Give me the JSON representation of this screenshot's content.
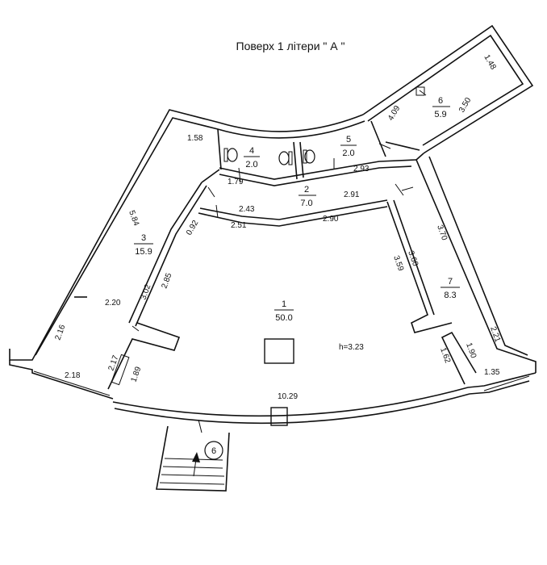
{
  "title": "Поверх 1 літери \" А \"",
  "ceiling_height": "h=3.23",
  "entrance_marker": "6",
  "rooms": [
    {
      "number": "1",
      "area": "50.0"
    },
    {
      "number": "2",
      "area": "7.0"
    },
    {
      "number": "3",
      "area": "15.9"
    },
    {
      "number": "4",
      "area": "2.0"
    },
    {
      "number": "5",
      "area": "2.0"
    },
    {
      "number": "6",
      "area": "5.9"
    },
    {
      "number": "7",
      "area": "8.3"
    }
  ],
  "dimensions": {
    "d158": "1.58",
    "d584": "5.84",
    "d220": "2.20",
    "d216": "2.16",
    "d218": "2.18",
    "d217": "2.17",
    "d189": "1.89",
    "d302": "3.02",
    "d285": "2.85",
    "d092": "0.92",
    "d179": "1.79",
    "d243": "2.43",
    "d251": "2.51",
    "d291": "2.91",
    "d290": "2.90",
    "d293": "2.93",
    "d409": "4.09",
    "d148": "1.48",
    "d350": "3.50",
    "d370": "3.70",
    "d360": "3.60",
    "d359": "3.59",
    "d221": "2.21",
    "d190": "1.90",
    "d162": "1.62",
    "d135": "1.35",
    "d1029": "10.29"
  }
}
